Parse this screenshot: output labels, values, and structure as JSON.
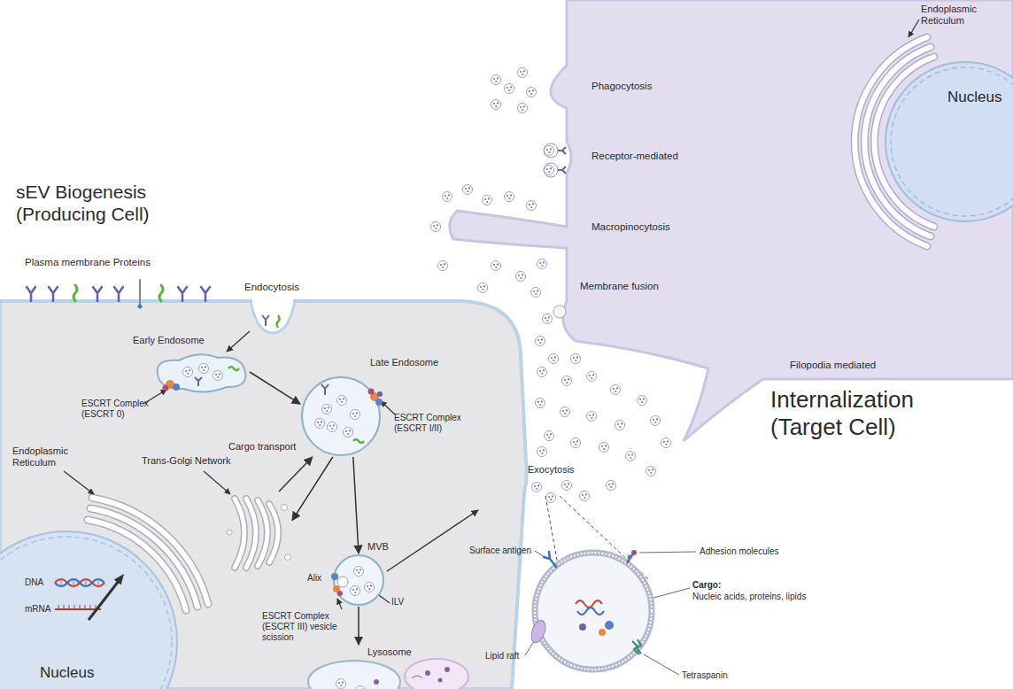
{
  "diagram": {
    "nodes": [
      {
        "text": [
          "sEV Biogenesis (Producing Cell)"
        ]
      },
      {
        "text": [
          "Internalization (Target Cell)"
        ]
      },
      {
        "text": [
          "Early Endosome"
        ],
        "in": 0
      },
      {
        "text": [
          "Late Endosome"
        ],
        "in": 0
      },
      {
        "text": [
          "Trans-Golgi Network"
        ],
        "in": 0
      },
      {
        "text": [
          "MVB"
        ],
        "in": 0
      },
      {
        "text": [
          "Lysosome"
        ],
        "in": 0
      },
      {
        "text": [
          "Nucleus"
        ],
        "in": 0
      },
      {
        "text": [
          "Nucleus"
        ],
        "in": 1
      },
      {
        "text": [
          "Cargo:",
          "Nucleic acids, proteins, lipids"
        ]
      }
    ],
    "edges": [
      {
        "from": 2,
        "to": 3,
        "arrow": "to"
      },
      {
        "from": 4,
        "to": 3,
        "label": "Cargo transport",
        "arrow": "to"
      },
      {
        "from": 3,
        "to": 4,
        "arrow": "to"
      },
      {
        "from": 3,
        "to": 5,
        "arrow": "to"
      },
      {
        "from": 5,
        "to": 6,
        "arrow": "to"
      }
    ],
    "labels": [
      "Plasma membrane Proteins",
      "Endocytosis",
      "ESCRT Complex (ESCRT 0)",
      "ESCRT Complex (ESCRT I/II)",
      "Endoplasmic Reticulum",
      "Alix",
      "ESCRT Complex (ESCRT III) vesicle scission",
      "ILV",
      "DNA",
      "mRNA",
      "Exocytosis",
      "Endoplasmic Reticulum",
      "Phagocytosis",
      "Receptor-mediated",
      "Macropinocytosis",
      "Membrane fusion",
      "Filopodia mediated",
      "Surface antigen",
      "Adhesion molecules",
      "Lipid raft",
      "Tetraspanin"
    ]
  }
}
